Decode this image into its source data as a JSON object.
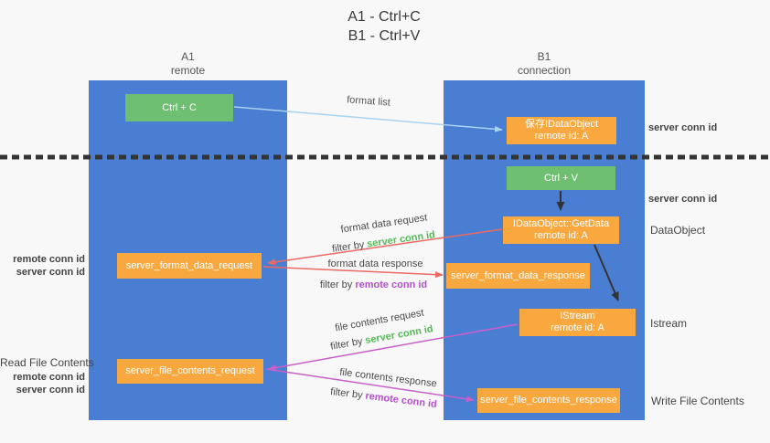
{
  "title": {
    "line1": "A1 - Ctrl+C",
    "line2": "B1 - Ctrl+V"
  },
  "columns": {
    "left": {
      "name": "A1",
      "role": "remote"
    },
    "right": {
      "name": "B1",
      "role": "connection"
    }
  },
  "nodes": {
    "ctrl_c": "Ctrl + C",
    "save_idataobject_line1": "保存IDataObject",
    "save_idataobject_line2": "remote id: A",
    "ctrl_v": "Ctrl + V",
    "getdata_line1": "IDataObject::GetData",
    "getdata_line2": "remote id: A",
    "format_request": "server_format_data_request",
    "format_response": "server_format_data_response",
    "istream_line1": "IStream",
    "istream_line2": "remote id: A",
    "file_request": "server_file_contents_request",
    "file_response": "server_file_contents_response"
  },
  "labels": {
    "format_list": "format list",
    "format_data_request": "format data request",
    "format_data_response": "format data response",
    "file_contents_request": "file contents request",
    "file_contents_response": "file contents response",
    "filter_by": "filter by",
    "server_conn_id": "server conn id",
    "remote_conn_id": "remote conn id"
  },
  "side_labels": {
    "read_file_contents": "Read File Contents",
    "write_file_contents": "Write File Contents",
    "dataobject": "DataObject",
    "istream": "Istream"
  },
  "colors": {
    "column_blue": "#4a7ed3",
    "button_green": "#6fbf72",
    "box_orange": "#f8a83e",
    "green_text": "#56b85a",
    "purple_text": "#b44fd0",
    "red_arrow": "#ec6962",
    "magenta_arrow": "#c95fc9",
    "lightblue_arrow": "#a8d2f2",
    "black_arrow": "#333333"
  }
}
